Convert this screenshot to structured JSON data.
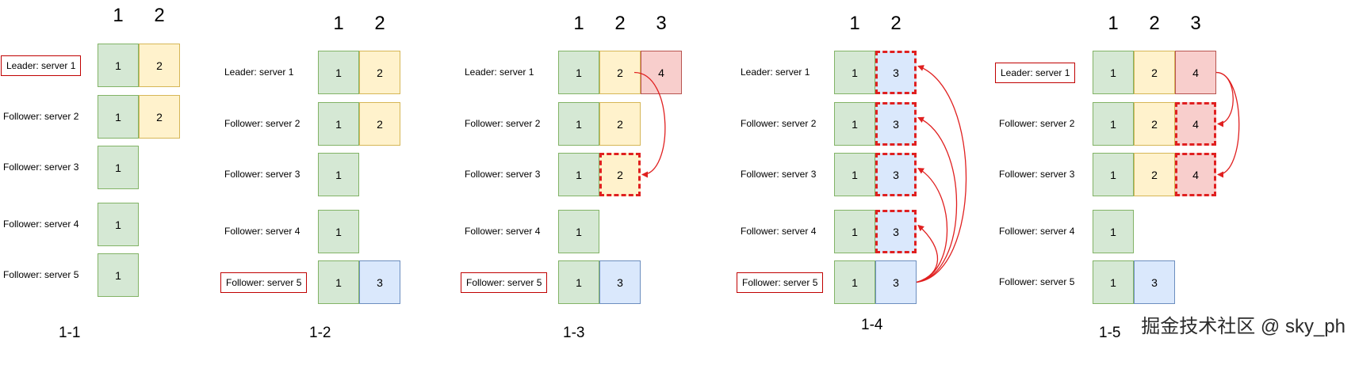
{
  "panels": [
    {
      "caption": "1-1",
      "columns": [
        "1",
        "2"
      ],
      "rows": [
        {
          "label": "Leader: server 1",
          "boxed": true,
          "cells": [
            {
              "text": "1",
              "color": "green"
            },
            {
              "text": "2",
              "color": "yellow"
            }
          ]
        },
        {
          "label": "Follower: server 2",
          "boxed": false,
          "cells": [
            {
              "text": "1",
              "color": "green"
            },
            {
              "text": "2",
              "color": "yellow"
            }
          ]
        },
        {
          "label": "Follower: server 3",
          "boxed": false,
          "cells": [
            {
              "text": "1",
              "color": "green"
            }
          ]
        },
        {
          "label": "Follower: server 4",
          "boxed": false,
          "cells": [
            {
              "text": "1",
              "color": "green"
            }
          ]
        },
        {
          "label": "Follower: server 5",
          "boxed": false,
          "cells": [
            {
              "text": "1",
              "color": "green"
            }
          ]
        }
      ]
    },
    {
      "caption": "1-2",
      "columns": [
        "1",
        "2"
      ],
      "rows": [
        {
          "label": "Leader: server 1",
          "boxed": false,
          "cells": [
            {
              "text": "1",
              "color": "green"
            },
            {
              "text": "2",
              "color": "yellow"
            }
          ]
        },
        {
          "label": "Follower: server 2",
          "boxed": false,
          "cells": [
            {
              "text": "1",
              "color": "green"
            },
            {
              "text": "2",
              "color": "yellow"
            }
          ]
        },
        {
          "label": "Follower: server 3",
          "boxed": false,
          "cells": [
            {
              "text": "1",
              "color": "green"
            }
          ]
        },
        {
          "label": "Follower: server 4",
          "boxed": false,
          "cells": [
            {
              "text": "1",
              "color": "green"
            }
          ]
        },
        {
          "label": "Follower: server 5",
          "boxed": true,
          "cells": [
            {
              "text": "1",
              "color": "green"
            },
            {
              "text": "3",
              "color": "blue"
            }
          ]
        }
      ]
    },
    {
      "caption": "1-3",
      "columns": [
        "1",
        "2",
        "3"
      ],
      "rows": [
        {
          "label": "Leader: server 1",
          "boxed": false,
          "cells": [
            {
              "text": "1",
              "color": "green"
            },
            {
              "text": "2",
              "color": "yellow"
            },
            {
              "text": "4",
              "color": "red"
            }
          ]
        },
        {
          "label": "Follower: server 2",
          "boxed": false,
          "cells": [
            {
              "text": "1",
              "color": "green"
            },
            {
              "text": "2",
              "color": "yellow"
            }
          ]
        },
        {
          "label": "Follower: server 3",
          "boxed": false,
          "cells": [
            {
              "text": "1",
              "color": "green"
            },
            {
              "text": "2",
              "color": "yellow",
              "dashed": true
            }
          ]
        },
        {
          "label": "Follower: server 4",
          "boxed": false,
          "cells": [
            {
              "text": "1",
              "color": "green"
            }
          ]
        },
        {
          "label": "Follower: server 5",
          "boxed": true,
          "cells": [
            {
              "text": "1",
              "color": "green"
            },
            {
              "text": "3",
              "color": "blue"
            }
          ]
        }
      ]
    },
    {
      "caption": "1-4",
      "columns": [
        "1",
        "2"
      ],
      "rows": [
        {
          "label": "Leader: server 1",
          "boxed": false,
          "cells": [
            {
              "text": "1",
              "color": "green"
            },
            {
              "text": "3",
              "color": "blue",
              "dashed": true
            }
          ]
        },
        {
          "label": "Follower: server 2",
          "boxed": false,
          "cells": [
            {
              "text": "1",
              "color": "green"
            },
            {
              "text": "3",
              "color": "blue",
              "dashed": true
            }
          ]
        },
        {
          "label": "Follower: server 3",
          "boxed": false,
          "cells": [
            {
              "text": "1",
              "color": "green"
            },
            {
              "text": "3",
              "color": "blue",
              "dashed": true
            }
          ]
        },
        {
          "label": "Follower: server 4",
          "boxed": false,
          "cells": [
            {
              "text": "1",
              "color": "green"
            },
            {
              "text": "3",
              "color": "blue",
              "dashed": true
            }
          ]
        },
        {
          "label": "Follower: server 5",
          "boxed": true,
          "cells": [
            {
              "text": "1",
              "color": "green"
            },
            {
              "text": "3",
              "color": "blue"
            }
          ]
        }
      ]
    },
    {
      "caption": "1-5",
      "columns": [
        "1",
        "2",
        "3"
      ],
      "rows": [
        {
          "label": "Leader: server 1",
          "boxed": true,
          "cells": [
            {
              "text": "1",
              "color": "green"
            },
            {
              "text": "2",
              "color": "yellow"
            },
            {
              "text": "4",
              "color": "red"
            }
          ]
        },
        {
          "label": "Follower: server 2",
          "boxed": false,
          "cells": [
            {
              "text": "1",
              "color": "green"
            },
            {
              "text": "2",
              "color": "yellow"
            },
            {
              "text": "4",
              "color": "red",
              "dashed": true
            }
          ]
        },
        {
          "label": "Follower: server 3",
          "boxed": false,
          "cells": [
            {
              "text": "1",
              "color": "green"
            },
            {
              "text": "2",
              "color": "yellow"
            },
            {
              "text": "4",
              "color": "red",
              "dashed": true
            }
          ]
        },
        {
          "label": "Follower: server 4",
          "boxed": false,
          "cells": [
            {
              "text": "1",
              "color": "green"
            }
          ]
        },
        {
          "label": "Follower: server 5",
          "boxed": false,
          "cells": [
            {
              "text": "1",
              "color": "green"
            },
            {
              "text": "3",
              "color": "blue"
            }
          ]
        }
      ]
    }
  ],
  "arrows": [
    {
      "panel": 2,
      "from": {
        "row": 0,
        "col": 1
      },
      "to": {
        "row": 2,
        "col": 1
      }
    },
    {
      "panel": 3,
      "from": {
        "row": 4,
        "col": 1
      },
      "to": {
        "row": 0,
        "col": 1
      }
    },
    {
      "panel": 3,
      "from": {
        "row": 4,
        "col": 1
      },
      "to": {
        "row": 1,
        "col": 1
      }
    },
    {
      "panel": 3,
      "from": {
        "row": 4,
        "col": 1
      },
      "to": {
        "row": 2,
        "col": 1
      }
    },
    {
      "panel": 3,
      "from": {
        "row": 4,
        "col": 1
      },
      "to": {
        "row": 3,
        "col": 1
      }
    },
    {
      "panel": 4,
      "from": {
        "row": 0,
        "col": 2
      },
      "to": {
        "row": 1,
        "col": 2
      }
    },
    {
      "panel": 4,
      "from": {
        "row": 0,
        "col": 2
      },
      "to": {
        "row": 2,
        "col": 2
      }
    }
  ],
  "colors": {
    "green_fill": "#d5e8d4",
    "green_border": "#82b366",
    "yellow_fill": "#fff2cc",
    "yellow_border": "#d6b656",
    "blue_fill": "#dae8fc",
    "blue_border": "#6c8ebf",
    "red_fill": "#f8cecc",
    "red_border": "#b85450",
    "highlight": "#e02020"
  },
  "watermark": "掘金技术社区 @ sky_ph"
}
